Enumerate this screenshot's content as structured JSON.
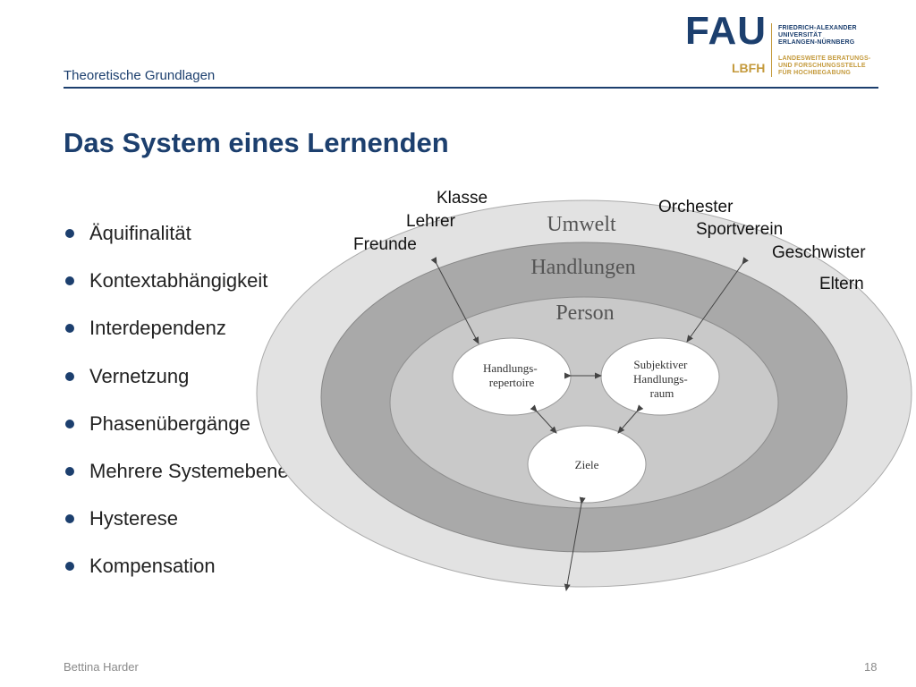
{
  "header": {
    "section_title": "Theoretische Grundlagen",
    "title": "Das System eines Lernenden"
  },
  "logo": {
    "fau": "FAU",
    "university_line_1": "FRIEDRICH-ALEXANDER",
    "university_line_2": "UNIVERSITÄT",
    "university_line_3": "ERLANGEN-NÜRNBERG",
    "lbfh": "LBFH",
    "center_line_1": "LANDESWEITE BERATUNGS-",
    "center_line_2": "UND FORSCHUNGSSTELLE",
    "center_line_3": "FÜR HOCHBEGABUNG"
  },
  "bullets": [
    "Äquifinalität",
    "Kontextabhängigkeit",
    "Interdependenz",
    "Vernetzung",
    "Phasenübergänge",
    "Mehrere Systemebenen",
    "Hysterese",
    "Kompensation"
  ],
  "diagram": {
    "rings": {
      "outer": "Umwelt",
      "middle": "Handlungen",
      "inner": "Person"
    },
    "nodes": {
      "repertoire_1": "Handlungs-",
      "repertoire_2": "repertoire",
      "raum_1": "Subjektiver",
      "raum_2": "Handlungs-",
      "raum_3": "raum",
      "ziele": "Ziele"
    },
    "environment": {
      "klasse": "Klasse",
      "lehrer": "Lehrer",
      "freunde": "Freunde",
      "orchester": "Orchester",
      "sportverein": "Sportverein",
      "geschwister": "Geschwister",
      "eltern": "Eltern"
    },
    "colors": {
      "outer_ring": "#e2e2e2",
      "middle_ring": "#a9a9a9",
      "inner_ring": "#c9c9c9",
      "node": "#ffffff"
    }
  },
  "footer": {
    "author": "Bettina Harder",
    "page": "18"
  }
}
